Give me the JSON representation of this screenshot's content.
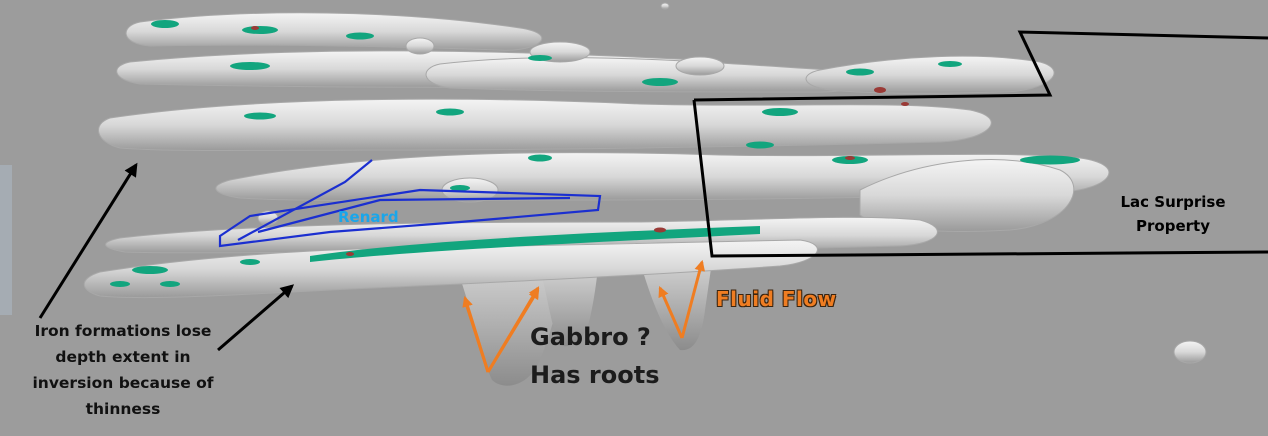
{
  "labels": {
    "renard": "Renard",
    "lac_surprise": [
      "Lac Surprise",
      "Property"
    ],
    "fluid_flow": "Fluid Flow",
    "gabbro": [
      "Gabbro ?",
      "Has roots"
    ],
    "iron_formations": [
      "Iron formations lose",
      "depth extent in",
      "inversion because of",
      "thinness"
    ]
  },
  "colors": {
    "background": "#9c9c9c",
    "body_surface": "#e2e2e2",
    "anomaly_green": "#12a57e",
    "anomaly_red": "#9a3a36",
    "renard_outline": "#1b2fd0",
    "renard_label": "#1aa6ea",
    "fluid_flow_arrows": "#ef7d22",
    "property_outline": "#000000"
  }
}
